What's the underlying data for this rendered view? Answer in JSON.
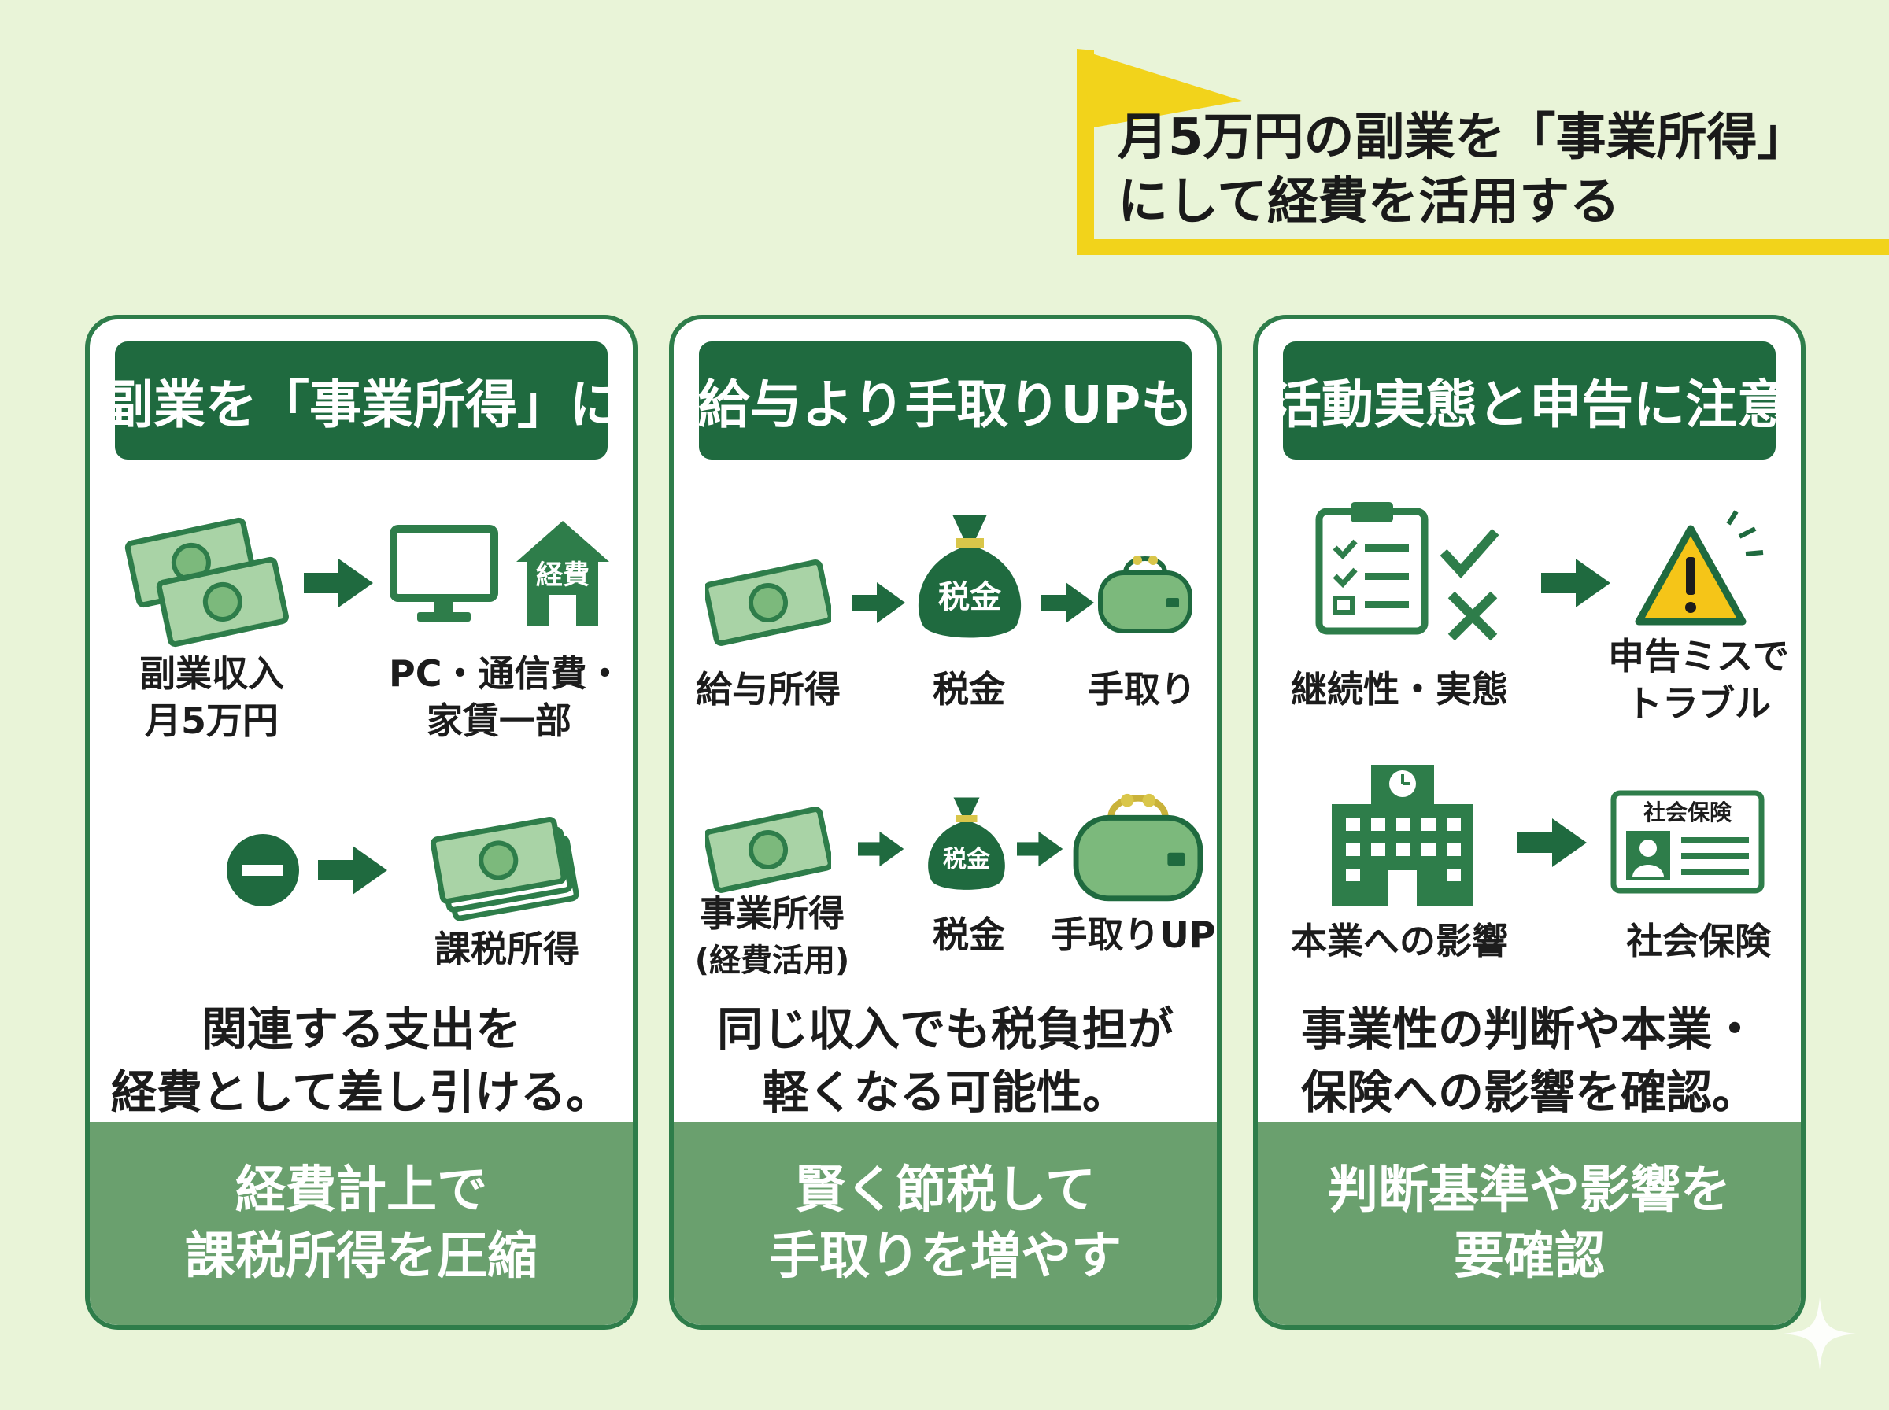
{
  "banner": {
    "line1": "月5万円の副業を「事業所得」",
    "line2": "にして経費を活用する"
  },
  "cards": [
    {
      "header": "副業を「事業所得」に",
      "items": {
        "income_label_1": "副業収入",
        "income_label_2": "月5万円",
        "expense_house_text": "経費",
        "expense_label_1": "PC・通信費・",
        "expense_label_2": "家賃一部",
        "taxable_label": "課税所得"
      },
      "summary_1": "関連する支出を",
      "summary_2": "経費として差し引ける。",
      "footer_1": "経費計上で",
      "footer_2": "課税所得を圧縮"
    },
    {
      "header": "給与より手取りUPも",
      "items": {
        "row1_label_1": "給与所得",
        "row1_bag_text": "税金",
        "row1_label_2": "税金",
        "row1_label_3": "手取り",
        "row2_label_1a": "事業所得",
        "row2_label_1b": "(経費活用)",
        "row2_bag_text": "税金",
        "row2_label_2": "税金",
        "row2_label_3": "手取りUP"
      },
      "summary_1": "同じ収入でも税負担が",
      "summary_2": "軽くなる可能性。",
      "footer_1": "賢く節税して",
      "footer_2": "手取りを増やす"
    },
    {
      "header": "活動実態と申告に注意",
      "items": {
        "continuity_label": "継続性・実態",
        "trouble_label_1": "申告ミスで",
        "trouble_label_2": "トラブル",
        "mainjob_label": "本業への影響",
        "card_text": "社会保険",
        "insurance_label": "社会保険"
      },
      "summary_1": "事業性の判断や本業・",
      "summary_2": "保険への影響を確認。",
      "footer_1": "判断基準や影響を",
      "footer_2": "要確認"
    }
  ],
  "colors": {
    "background": "#e9f4d8",
    "dark_green": "#1f6a3f",
    "icon_green": "#2e7d4a",
    "light_green": "#6aa06e",
    "yellow": "#f2d31b",
    "warning_yellow": "#f5c518"
  },
  "icons": [
    "banknote-icon",
    "monitor-icon",
    "house-icon",
    "minus-circle-icon",
    "cash-stack-icon",
    "money-bag-icon",
    "wallet-icon",
    "clipboard-icon",
    "check-icon",
    "cross-icon",
    "warning-icon",
    "office-building-icon",
    "insurance-card-icon",
    "sparkle-icon"
  ]
}
